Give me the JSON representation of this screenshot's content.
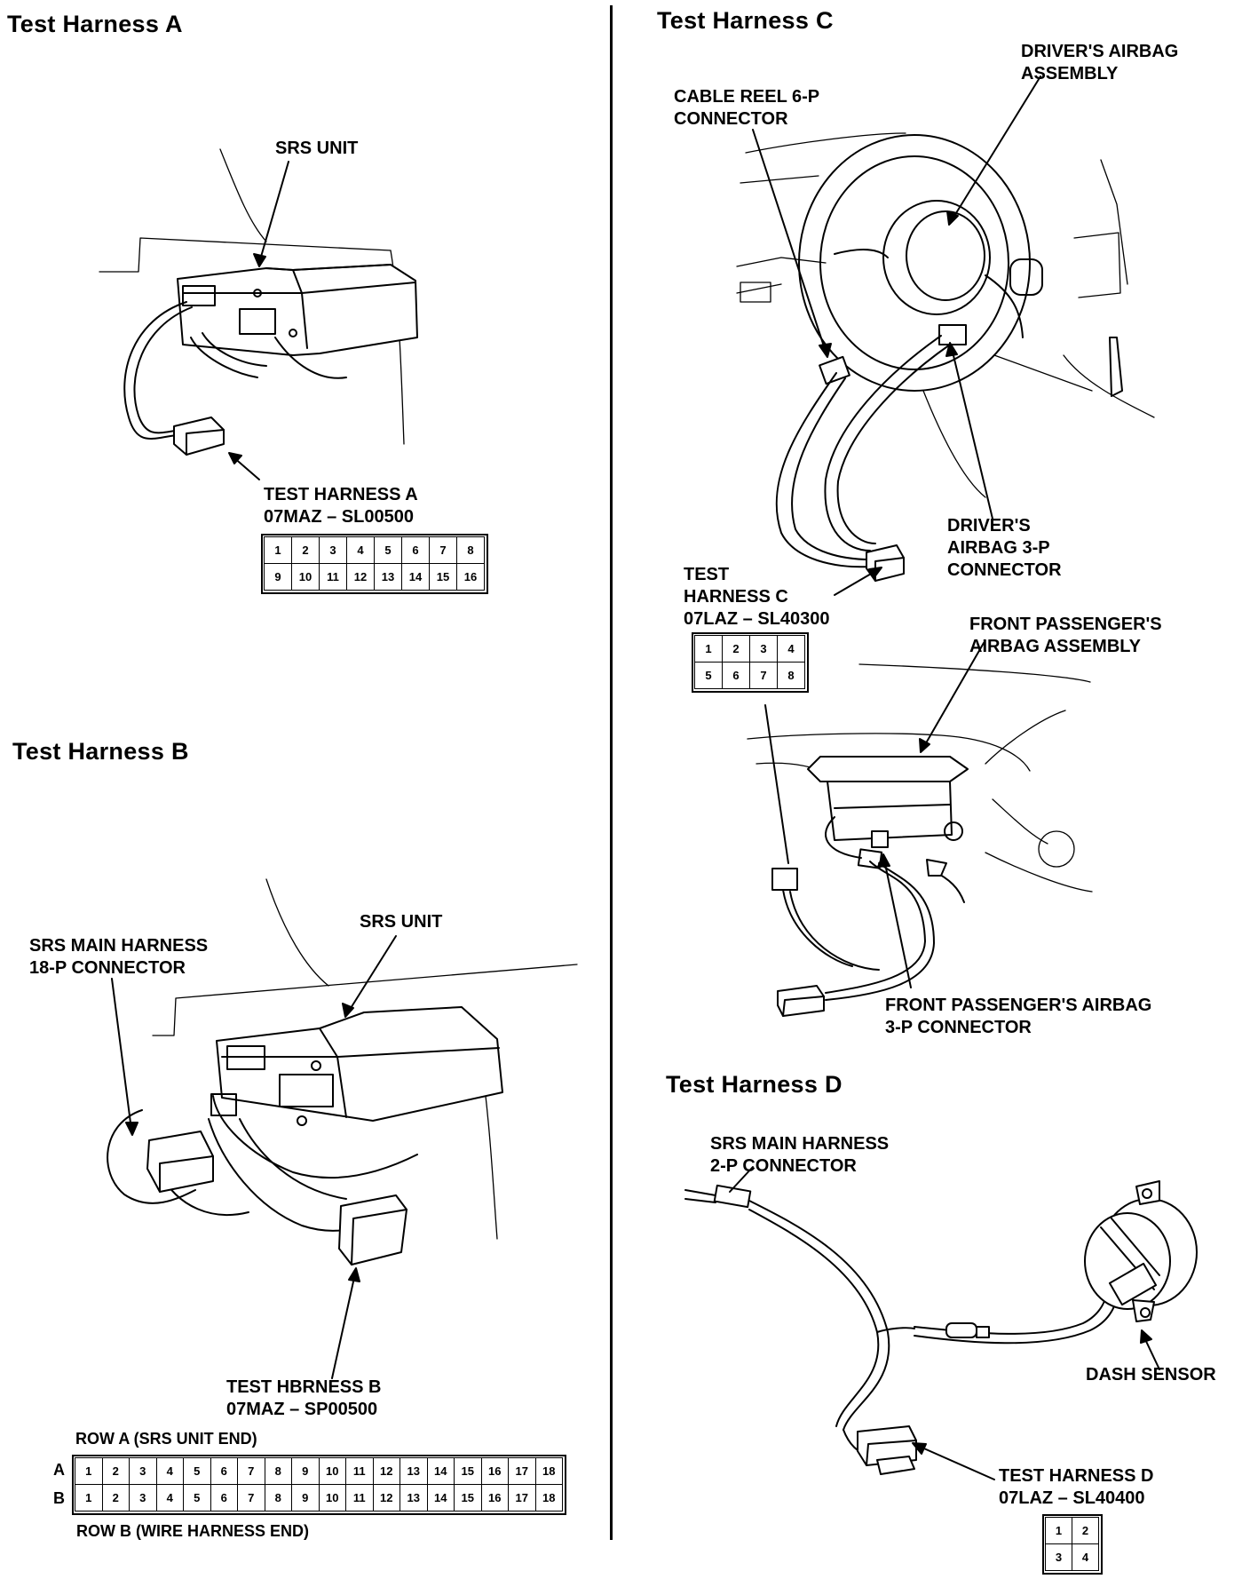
{
  "harness_a": {
    "title": "Test Harness A",
    "srs_unit": "SRS UNIT",
    "harness_line1": "TEST HARNESS A",
    "harness_line2": "07MAZ – SL00500",
    "pins_top": [
      "1",
      "2",
      "3",
      "4",
      "5",
      "6",
      "7",
      "8"
    ],
    "pins_bottom": [
      "9",
      "10",
      "11",
      "12",
      "13",
      "14",
      "15",
      "16"
    ]
  },
  "harness_b": {
    "title": "Test Harness B",
    "srs_unit": "SRS UNIT",
    "main_line1": "SRS MAIN HARNESS",
    "main_line2": "18-P CONNECTOR",
    "harness_line1": "TEST HBRNESS B",
    "harness_line2": "07MAZ – SP00500",
    "row_a_caption": "ROW A (SRS UNIT END)",
    "row_b_caption": "ROW B (WIRE HARNESS END)",
    "row_a_tag": "A",
    "row_b_tag": "B",
    "pins_row_a": [
      "1",
      "2",
      "3",
      "4",
      "5",
      "6",
      "7",
      "8",
      "9",
      "10",
      "11",
      "12",
      "13",
      "14",
      "15",
      "16",
      "17",
      "18"
    ],
    "pins_row_b": [
      "1",
      "2",
      "3",
      "4",
      "5",
      "6",
      "7",
      "8",
      "9",
      "10",
      "11",
      "12",
      "13",
      "14",
      "15",
      "16",
      "17",
      "18"
    ]
  },
  "harness_c": {
    "title": "Test Harness C",
    "airbag_line1": "DRIVER'S AIRBAG",
    "airbag_line2": "ASSEMBLY",
    "reel_line1": "CABLE REEL 6-P",
    "reel_line2": "CONNECTOR",
    "drv3p_line1": "DRIVER'S",
    "drv3p_line2": "AIRBAG 3-P",
    "drv3p_line3": "CONNECTOR",
    "harness_line1": "TEST",
    "harness_line2": "HARNESS C",
    "harness_line3": "07LAZ – SL40300",
    "pins_top": [
      "1",
      "2",
      "3",
      "4"
    ],
    "pins_bottom": [
      "5",
      "6",
      "7",
      "8"
    ],
    "pass_line1": "FRONT PASSENGER'S",
    "pass_line2": "AIRBAG ASSEMBLY",
    "pass3p_line1": "FRONT PASSENGER'S AIRBAG",
    "pass3p_line2": "3-P CONNECTOR"
  },
  "harness_d": {
    "title": "Test Harness D",
    "main_line1": "SRS MAIN HARNESS",
    "main_line2": "2-P CONNECTOR",
    "dash_sensor": "DASH SENSOR",
    "harness_line1": "TEST HARNESS D",
    "harness_line2": "07LAZ – SL40400",
    "pins_top": [
      "1",
      "2"
    ],
    "pins_bottom": [
      "3",
      "4"
    ]
  }
}
